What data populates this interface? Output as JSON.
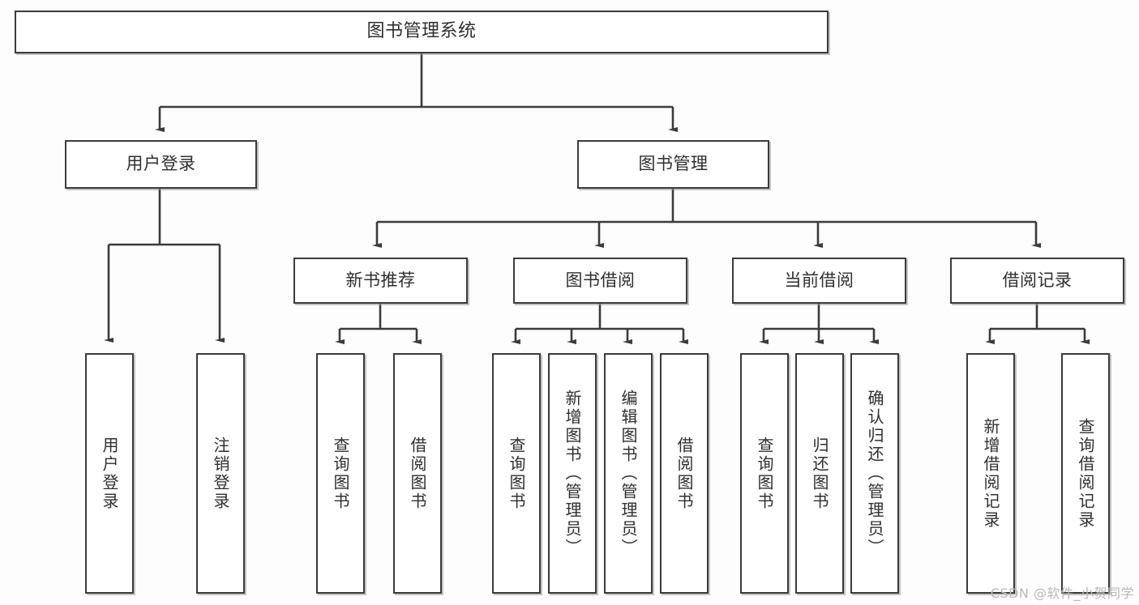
{
  "diagram": {
    "title": "图书管理系统",
    "type": "tree-hierarchy-chart",
    "colors": {
      "background": "#fdfdfd",
      "box_fill": "#ffffff",
      "box_border": "#3b3b3b",
      "text": "#2f2f2f",
      "connector": "#3b3b3b",
      "watermark": "#b9b9b9"
    },
    "root": {
      "label": "图书管理系统"
    },
    "level2": [
      {
        "label": "用户登录"
      },
      {
        "label": "图书管理"
      }
    ],
    "level3": [
      {
        "label": "新书推荐"
      },
      {
        "label": "图书借阅"
      },
      {
        "label": "当前借阅"
      },
      {
        "label": "借阅记录"
      }
    ],
    "leaves": {
      "user_login": [
        {
          "label": "用户登录"
        },
        {
          "label": "注销登录"
        }
      ],
      "new_book_recommend": [
        {
          "label": "查询图书"
        },
        {
          "label": "借阅图书"
        }
      ],
      "book_borrow": [
        {
          "label": "查询图书"
        },
        {
          "label": "新增图书（管理员）"
        },
        {
          "label": "编辑图书（管理员）"
        },
        {
          "label": "借阅图书"
        }
      ],
      "current_borrow": [
        {
          "label": "查询图书"
        },
        {
          "label": "归还图书"
        },
        {
          "label": "确认归还（管理员）"
        }
      ],
      "borrow_record": [
        {
          "label": "新增借阅记录"
        },
        {
          "label": "查询借阅记录"
        }
      ]
    }
  },
  "watermark": {
    "text": "CSDN @软件_小贺同学"
  }
}
